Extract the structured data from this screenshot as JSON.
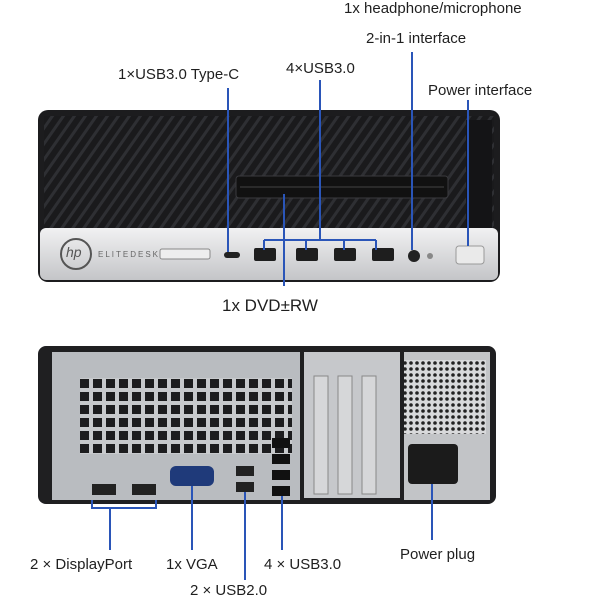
{
  "front_labels": {
    "headphone_line1": "1x headphone/microphone",
    "headphone_line2": "2-in-1 interface",
    "usb_c": "1×USB3.0 Type-C",
    "usb3_front": "4×USB3.0",
    "power_interface": "Power interface",
    "dvd": "1x DVD±RW",
    "brand_logo": "hp",
    "model_badge": "ELITEDESK"
  },
  "rear_labels": {
    "displayport": "2 × DisplayPort",
    "vga": "1x VGA",
    "usb2": "2 × USB2.0",
    "usb3_rear": "4 × USB3.0",
    "power_plug": "Power plug"
  },
  "colors": {
    "callout_line": "#2a55b8",
    "case_black": "#1c1c1e",
    "bezel_silver": "#d9dadc",
    "rear_metal": "#b9bcc0"
  }
}
